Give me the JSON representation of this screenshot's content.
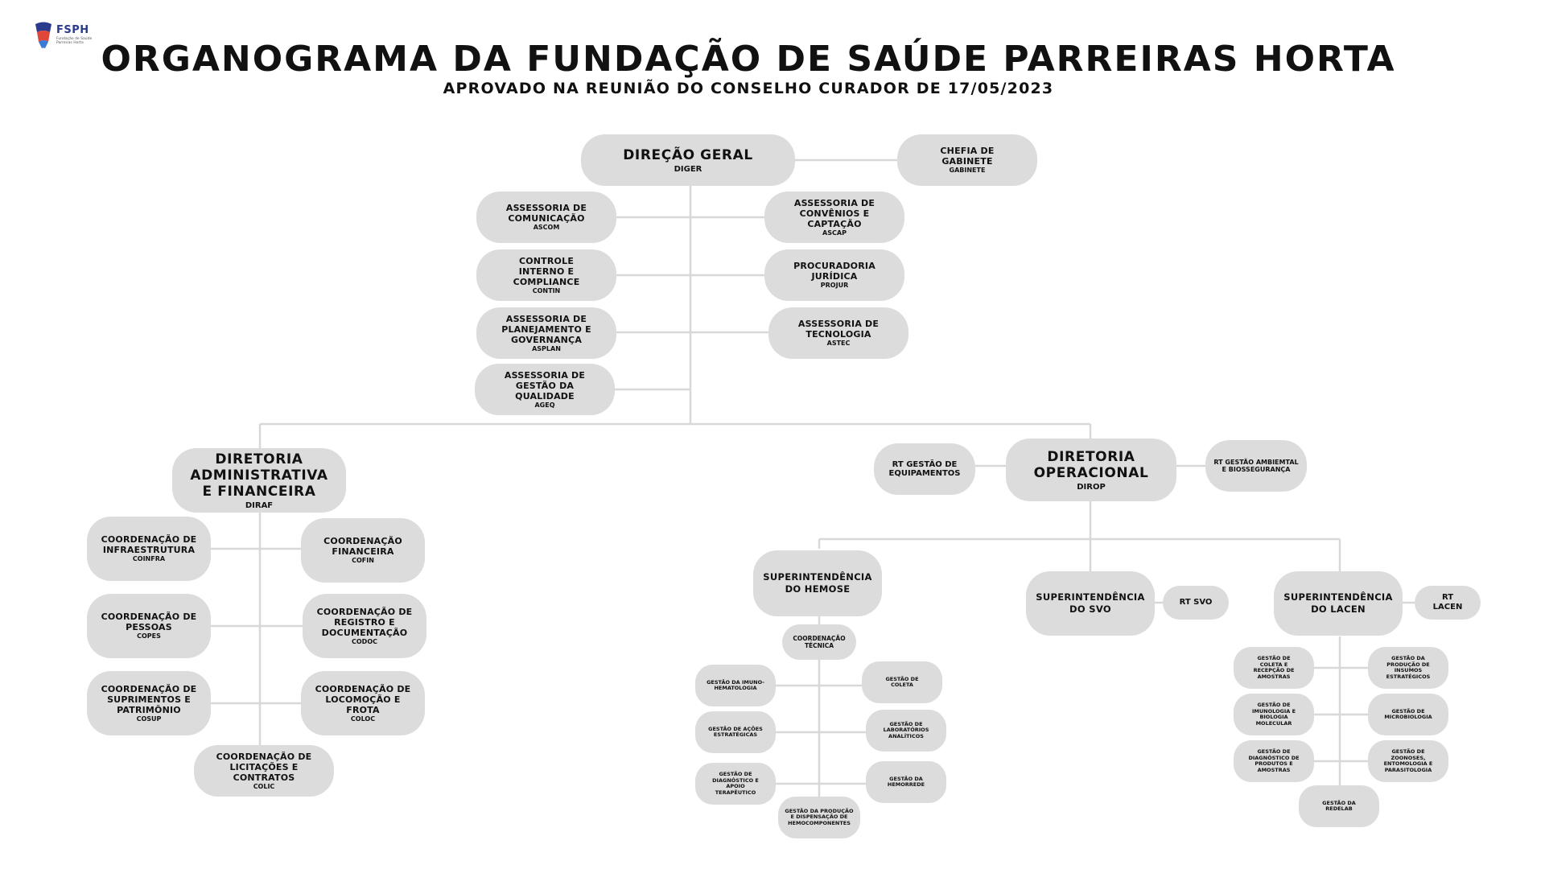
{
  "header": {
    "logo_abbr": "FSPH",
    "logo_subtitle": "Fundação de Saúde Parreiras Horta",
    "title": "ORGANOGRAMA DA FUNDAÇÃO DE SAÚDE PARREIRAS HORTA",
    "subtitle": "APROVADO NA REUNIÃO DO CONSELHO CURADOR DE 17/05/2023"
  },
  "colors": {
    "node_fill": "#dcdcdc",
    "connector": "#d8d8d8",
    "text": "#111111"
  },
  "org": {
    "diger": {
      "name": "DIREÇÃO GERAL",
      "abbr": "DIGER"
    },
    "gabinete": {
      "name": "CHEFIA DE GABINETE",
      "abbr": "GABINETE"
    },
    "ascom": {
      "name": "ASSESSORIA DE COMUNICAÇÃO",
      "abbr": "ASCOM"
    },
    "ascap": {
      "name": "ASSESSORIA DE CONVÊNIOS E CAPTAÇÃO",
      "abbr": "ASCAP"
    },
    "contin": {
      "name": "CONTROLE INTERNO E COMPLIANCE",
      "abbr": "CONTIN"
    },
    "projur": {
      "name": "PROCURADORIA JURÍDICA",
      "abbr": "PROJUR"
    },
    "asplan": {
      "name": "ASSESSORIA DE PLANEJAMENTO E GOVERNANÇA",
      "abbr": "ASPLAN"
    },
    "astec": {
      "name": "ASSESSORIA DE TECNOLOGIA",
      "abbr": "ASTEC"
    },
    "ageq": {
      "name": "ASSESSORIA DE GESTÃO DA QUALIDADE",
      "abbr": "AGEQ"
    },
    "diraf": {
      "name": "DIRETORIA ADMINISTRATIVA E FINANCEIRA",
      "abbr": "DIRAF"
    },
    "coinfra": {
      "name": "COORDENAÇÃO DE INFRAESTRUTURA",
      "abbr": "COINFRA"
    },
    "cofin": {
      "name": "COORDENAÇÃO FINANCEIRA",
      "abbr": "COFIN"
    },
    "copes": {
      "name": "COORDENAÇÃO DE PESSOAS",
      "abbr": "COPES"
    },
    "codoc": {
      "name": "COORDENAÇÃO DE REGISTRO E DOCUMENTAÇÃO",
      "abbr": "CODOC"
    },
    "cosup": {
      "name": "COORDENAÇÃO DE SUPRIMENTOS E PATRIMÔNIO",
      "abbr": "COSUP"
    },
    "coloc": {
      "name": "COORDENAÇÃO DE LOCOMOÇÃO E FROTA",
      "abbr": "COLOC"
    },
    "colic": {
      "name": "COORDENAÇÃO DE LICITAÇÕES E CONTRATOS",
      "abbr": "COLIC"
    },
    "dirop": {
      "name": "DIRETORIA OPERACIONAL",
      "abbr": "DIROP"
    },
    "rt_equip": {
      "name": "RT GESTÃO DE EQUIPAMENTOS"
    },
    "rt_amb": {
      "name": "RT GESTÃO AMBIEMTAL E BIOSSEGURANÇA"
    },
    "sup_hemose": {
      "name": "SUPERINTENDÊNCIA DO HEMOSE"
    },
    "sup_svo": {
      "name": "SUPERINTENDÊNCIA DO SVO"
    },
    "rt_svo": {
      "name": "RT SVO"
    },
    "sup_lacen": {
      "name": "SUPERINTENDÊNCIA DO LACEN"
    },
    "rt_lacen": {
      "name": "RT LACEN"
    },
    "coord_tecnica": {
      "name": "COORDENAÇÃO TÉCNICA"
    },
    "hemose_items": [
      {
        "key": "imuno",
        "name": "GESTÃO DA IMUNO-HEMATOLOGIA"
      },
      {
        "key": "coleta",
        "name": "GESTÃO DE COLETA"
      },
      {
        "key": "acoes",
        "name": "GESTÃO DE AÇÕES ESTRATÉGICAS"
      },
      {
        "key": "labs",
        "name": "GESTÃO DE LABORATÓRIOS ANALÍTICOS"
      },
      {
        "key": "diag",
        "name": "GESTÃO DE DIAGNÓSTICO E APOIO TERAPÊUTICO"
      },
      {
        "key": "hemorrede",
        "name": "GESTÃO DA HEMORREDE"
      },
      {
        "key": "producao",
        "name": "GESTÃO DA PRODUÇÃO E DISPENSAÇÃO DE HEMOCOMPONENTES"
      }
    ],
    "lacen_items": [
      {
        "key": "coleta",
        "name": "GESTÃO DE COLETA E RECEPÇÃO DE AMOSTRAS"
      },
      {
        "key": "insumos",
        "name": "GESTÃO DA PRODUÇÃO DE INSUMOS ESTRATÉGICOS"
      },
      {
        "key": "imunologia",
        "name": "GESTÃO DE IMUNOLOGIA E BIOLOGIA MOLECULAR"
      },
      {
        "key": "micro",
        "name": "GESTÃO DE MICROBIOLOGIA"
      },
      {
        "key": "diag",
        "name": "GESTÃO DE DIAGNÓSTICO DE PRODUTOS E AMOSTRAS"
      },
      {
        "key": "zoonoses",
        "name": "GESTÃO DE ZOONOSES, ENTOMOLOGIA E PARASITOLOGIA"
      },
      {
        "key": "redelab",
        "name": "GESTÃO DA REDELAB"
      }
    ]
  }
}
